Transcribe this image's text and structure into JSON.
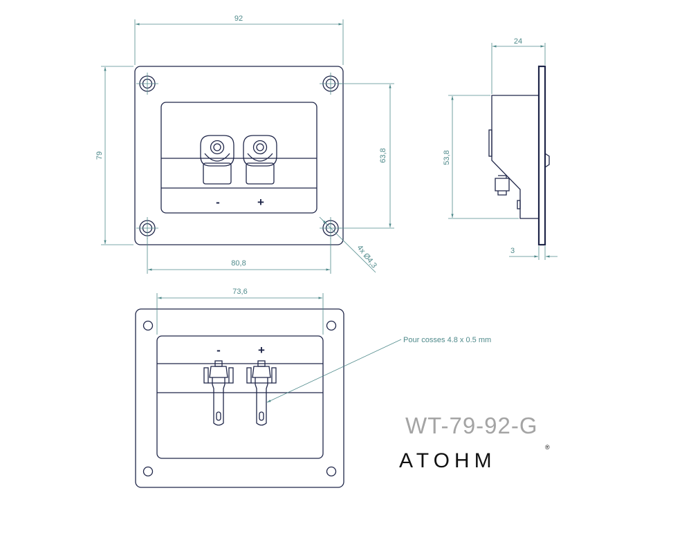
{
  "dimensions": {
    "width": "92",
    "height": "79",
    "hole_spacing_v": "63,8",
    "hole_spacing_h": "80,8",
    "holes": "4x Ø4,3",
    "depth": "24",
    "side_height": "53,8",
    "plate": "3",
    "back_width": "73,6"
  },
  "terminals": {
    "minus": "-",
    "plus": "+"
  },
  "annotation": "Pour cosses 4.8 x 0.5 mm",
  "model": "WT-79-92-G",
  "brand": "ATOHM",
  "registered": "®",
  "colors": {
    "outline": "#1e2548",
    "dimension": "#4f8a8b",
    "model_text": "#a4a4a4",
    "brand_text": "#111111"
  }
}
